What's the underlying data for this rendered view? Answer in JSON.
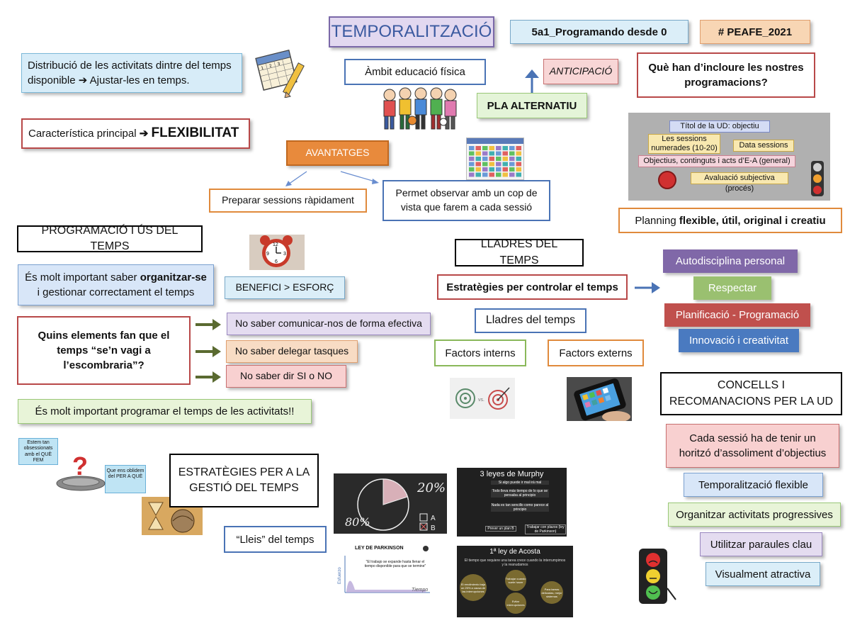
{
  "header": {
    "title": "TEMPORALITZACIÓ",
    "course": "5a1_Programando desde 0",
    "hashtag": "# PEAFE_2021"
  },
  "intro": {
    "distribution_prefix": "Distribució de les activitats dintre del temps disponible",
    "distribution_suffix": "Ajustar-les en temps.",
    "feature_prefix": "Característica principal",
    "feature_value": "FLEXIBILITAT"
  },
  "center_top": {
    "ambit": "Àmbit educació física",
    "plan": "PLA ALTERNATIU",
    "anticipation": "ANTICIPACIÓ"
  },
  "advantages": {
    "title": "AVANTATGES",
    "item1": "Preparar sessions ràpidament",
    "item2": "Permet observar amb un cop de vista que farem a cada sessió"
  },
  "programs": {
    "question": "Què han d’incloure les nostres programacions?",
    "diagram_rows": [
      "Títol de la UD: objectiu",
      "Les sessions numerades (10-20)",
      "Data sessions",
      "Objectius, continguts i acts d’E-A (general)",
      "Avaluació subjectiva (procés)"
    ],
    "planning_prefix": "Planning",
    "planning_bold": "flexible, útil, original i creatiu"
  },
  "time_use": {
    "title": "PROGRAMACIÓ I ÚS DEL TEMPS",
    "important_prefix": "És molt important saber",
    "important_bold": "organitzar-se",
    "important_suffix": "i gestionar correctament el temps",
    "benefit": "BENEFICI > ESFORÇ",
    "question": "Quins elements fan que el temps “se’n vagi a l’escombraria”?",
    "reasons": [
      "No saber comunicar-nos de forma efectiva",
      "No saber delegar tasques",
      "No saber dir SI o NO"
    ],
    "program_note": "És molt important programar el temps de les activitats!!"
  },
  "thieves": {
    "title": "LLADRES DEL TEMPS",
    "strategies": "Estratègies per controlar el temps",
    "subtitle": "Lladres del temps",
    "internal": "Factors interns",
    "external": "Factors externs",
    "list": [
      "Autodisciplina personal",
      "Respectar",
      "Planificació - Programació",
      "Innovació i creativitat"
    ],
    "vs_label": "vs."
  },
  "advice": {
    "title": "CONCELLS I RECOMANACIONS PER LA UD",
    "items": [
      "Cada sessió ha de tenir un horitzó d’assoliment d’objectius",
      "Temporalització flexible",
      "Organitzar activitats progressives",
      "Utilitzar paraules clau",
      "Visualment atractiva"
    ]
  },
  "strategies": {
    "title": "ESTRATÈGIES PER A LA GESTIÓ DEL TEMPS",
    "laws": "“Lleis” del temps",
    "bubble1": "Estem tan obsessionats amb el QUÈ FEM",
    "bubble2": "Que ens oblidem del PER A QUÈ",
    "pie_small": "20%",
    "pie_big": "80%",
    "pie_a": "A",
    "pie_b": "B",
    "murphy_title": "3 leyes de Murphy",
    "murphy_lines": [
      "Si algo puede ir mal irá mal",
      "Todo lleva más tiempo de lo que se pensaba al principio",
      "Nada es tan sencillo como parece al principio"
    ],
    "murphy_btn1": "Prever un plan B",
    "murphy_btn2": "Trabajar con plazos (ley de Parkinson)",
    "parkinson_title": "LEY DE PARKINSON",
    "parkinson_quote": "\"El trabajo se expande hasta llenar el tiempo disponible para que se termine\"",
    "parkinson_ylabel": "Esfuerzo",
    "parkinson_xlabel": "Tiempo",
    "acosta_title": "1ª ley de Acosta",
    "acosta_sub": "El tiempo que requiere una tarea crece cuando la interrumpimos y la reanudamos",
    "acosta_circle1": "El rendimiento baja un 25% a causa de las interrupciones",
    "acosta_circle2": "Trabajar cuando suele hacer",
    "acosta_circle3": "Evitar interrupciones",
    "acosta_circle4": "Para tareas delicadas, mejor sistemas"
  },
  "calendar": {
    "date1": "1",
    "date2": "2",
    "date3": "3"
  },
  "clock": {
    "n12": "12",
    "n3": "3",
    "n6": "6",
    "n9": "9"
  }
}
